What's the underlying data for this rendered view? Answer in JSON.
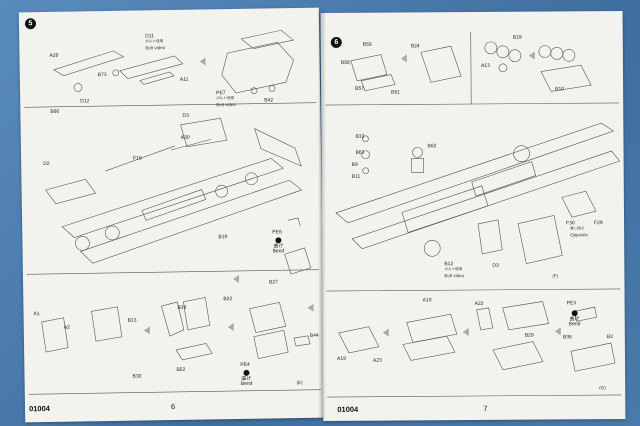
{
  "left_page": {
    "step": "5",
    "footer_code": "01004",
    "page_number": "6",
    "section_label": "(E)",
    "labels": [
      "A29",
      "D11",
      "B73",
      "A11",
      "B60",
      "D12",
      "PE7",
      "B42",
      "D3",
      "A30",
      "F16",
      "D2",
      "B19",
      "PE6",
      "B27",
      "A1",
      "A2",
      "B13",
      "B39",
      "B22",
      "B30",
      "B52",
      "B44",
      "PE4"
    ],
    "jp_captions": [
      "ボルト使用",
      "ボルト使用"
    ],
    "bolt_captions": [
      "Bolt video",
      "Bolt video"
    ],
    "bend_text": [
      "曲げ",
      "Bend"
    ]
  },
  "right_page": {
    "step": "6",
    "footer_code": "01004",
    "page_number": "7",
    "section_labels": [
      "(F)",
      "(G)"
    ],
    "labels": [
      "B59",
      "B24",
      "B19",
      "B58",
      "A13",
      "B57",
      "B61",
      "B10",
      "B33",
      "B63",
      "B62",
      "B9",
      "B11",
      "F30",
      "F29",
      "B12",
      "D3",
      "A10",
      "A22",
      "PE3",
      "A19",
      "A23",
      "B29",
      "B36",
      "B2"
    ],
    "jp_captions": [
      "ボルト使用",
      "差し換え"
    ],
    "bolt_captions": [
      "Bolt video"
    ],
    "opposite_caption": "Opposite",
    "bend_text": [
      "曲げ",
      "Bend"
    ]
  }
}
